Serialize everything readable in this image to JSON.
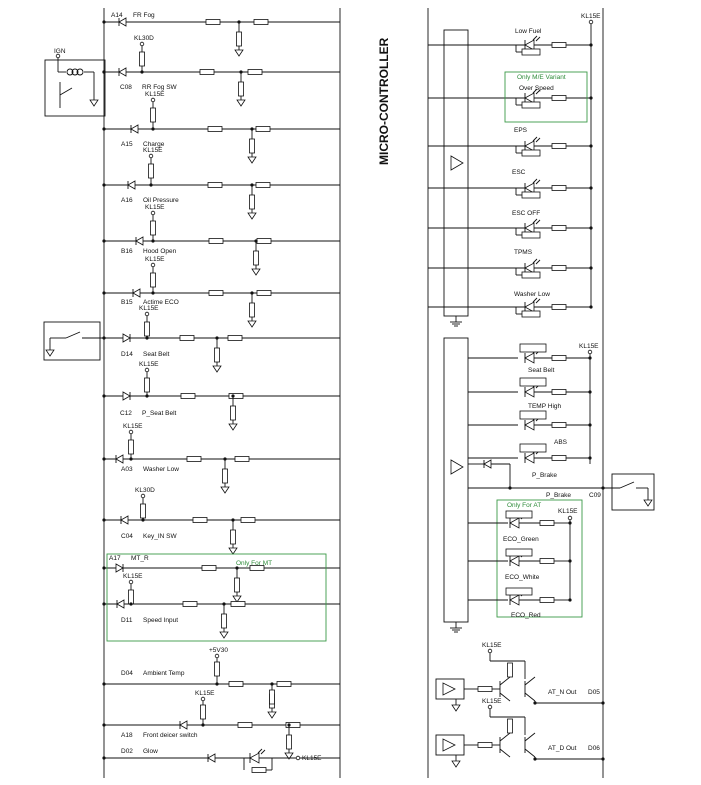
{
  "controller_label": "MICRO-CONTROLLER",
  "left_circuits": [
    {
      "pin": "A14",
      "name": "FR Fog",
      "supply": ""
    },
    {
      "pin": "C08",
      "name": "RR Fog SW",
      "supply": "KL30D"
    },
    {
      "pin": "A15",
      "name": "Charge",
      "supply": "KL15E"
    },
    {
      "pin": "A16",
      "name": "Oil Pressure",
      "supply": "KL15E"
    },
    {
      "pin": "B16",
      "name": "Hood Open",
      "supply": "KL15E"
    },
    {
      "pin": "B15",
      "name": "Actime ECO",
      "supply": "KL15E"
    },
    {
      "pin": "D14",
      "name": "Seat Belt",
      "supply": "KL15E"
    },
    {
      "pin": "C12",
      "name": "P_Seat Belt",
      "supply": "KL15E"
    },
    {
      "pin": "A03",
      "name": "Washer Low",
      "supply": "KL15E"
    },
    {
      "pin": "C04",
      "name": "Key_IN SW",
      "supply": "KL30D"
    },
    {
      "pin": "A17",
      "name": "MT_R",
      "supply": ""
    },
    {
      "pin": "D11",
      "name": "Speed Input",
      "supply": "KL15E"
    },
    {
      "pin": "D04",
      "name": "Ambient Temp",
      "supply": "+5V30"
    },
    {
      "pin": "A18",
      "name": "Front deicer switch",
      "supply": "KL15E"
    },
    {
      "pin": "D02",
      "name": "Glow",
      "supply": "KL15E"
    }
  ],
  "ign_label": "IGN",
  "mt_note": "Only For MT",
  "upper_indicators": [
    {
      "name": "Low Fuel"
    },
    {
      "name": "Over Speed"
    },
    {
      "name": "EPS"
    },
    {
      "name": "ESC"
    },
    {
      "name": "ESC OFF"
    },
    {
      "name": "TPMS"
    },
    {
      "name": "Washer Low"
    }
  ],
  "me_note": "Only M/E Variant",
  "upper_supply": "KL15E",
  "lower_indicators": [
    {
      "name": "Seat Belt"
    },
    {
      "name": "TEMP High"
    },
    {
      "name": "ABS"
    },
    {
      "name": "P_Brake"
    }
  ],
  "lower_supply": "KL15E",
  "pbrake_out": {
    "name": "P_Brake",
    "pin": "C09"
  },
  "at_note": "Only For AT",
  "eco_indicators": [
    {
      "name": "ECO_Green"
    },
    {
      "name": "ECO_White"
    },
    {
      "name": "ECO_Red"
    }
  ],
  "eco_supply": "KL15E",
  "outputs": [
    {
      "name": "AT_N Out",
      "pin": "D05",
      "supply": "KL15E"
    },
    {
      "name": "AT_D Out",
      "pin": "D06",
      "supply": "KL15E"
    }
  ]
}
